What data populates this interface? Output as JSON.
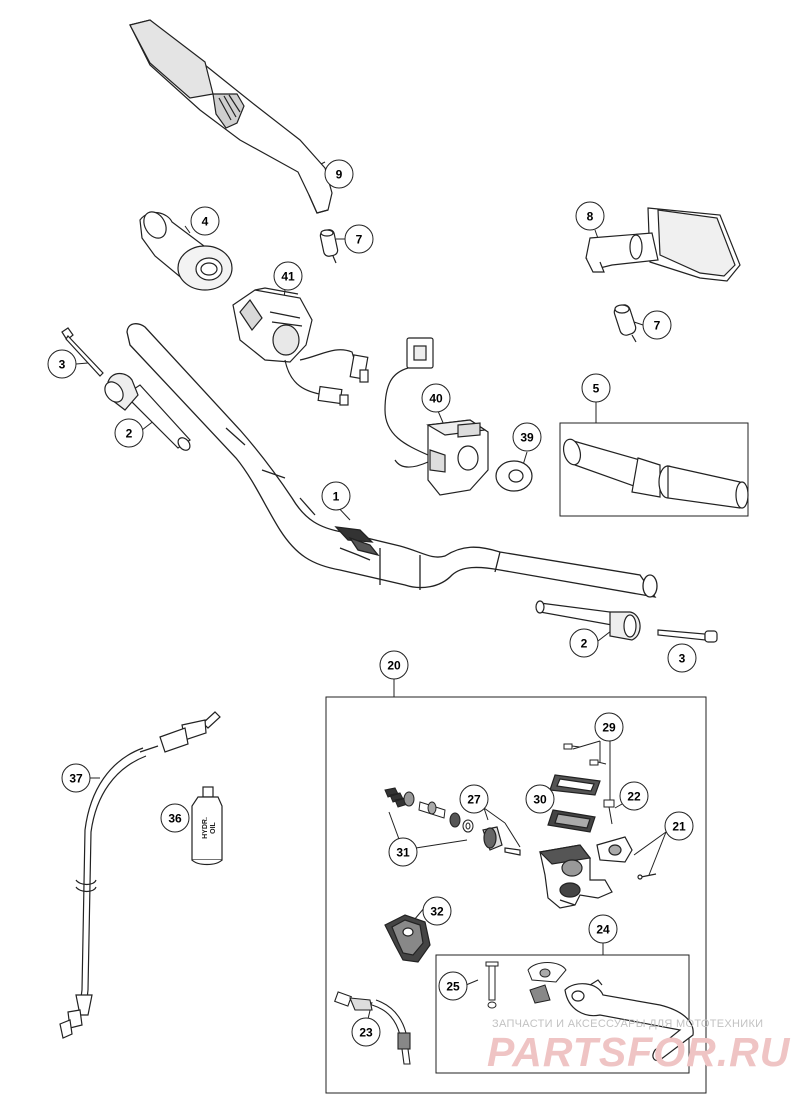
{
  "callouts": [
    {
      "id": "c9",
      "label": "9"
    },
    {
      "id": "c4",
      "label": "4"
    },
    {
      "id": "c7a",
      "label": "7"
    },
    {
      "id": "c8",
      "label": "8"
    },
    {
      "id": "c41",
      "label": "41"
    },
    {
      "id": "c7b",
      "label": "7"
    },
    {
      "id": "c3a",
      "label": "3"
    },
    {
      "id": "c5",
      "label": "5"
    },
    {
      "id": "c40",
      "label": "40"
    },
    {
      "id": "c2a",
      "label": "2"
    },
    {
      "id": "c39",
      "label": "39"
    },
    {
      "id": "c1",
      "label": "1"
    },
    {
      "id": "c2b",
      "label": "2"
    },
    {
      "id": "c3b",
      "label": "3"
    },
    {
      "id": "c20",
      "label": "20"
    },
    {
      "id": "c29",
      "label": "29"
    },
    {
      "id": "c37",
      "label": "37"
    },
    {
      "id": "c27",
      "label": "27"
    },
    {
      "id": "c30",
      "label": "30"
    },
    {
      "id": "c22",
      "label": "22"
    },
    {
      "id": "c36",
      "label": "36"
    },
    {
      "id": "c21",
      "label": "21"
    },
    {
      "id": "c31",
      "label": "31"
    },
    {
      "id": "c32",
      "label": "32"
    },
    {
      "id": "c24",
      "label": "24"
    },
    {
      "id": "c25",
      "label": "25"
    },
    {
      "id": "c23",
      "label": "23"
    }
  ],
  "bottle_label": [
    "HYDR.",
    "OIL"
  ],
  "watermark": {
    "small": "ЗАПЧАСТИ И АКСЕССУАРЫ ДЛЯ МОТОТЕХНИКИ",
    "big": "PARTSFOR.RU"
  }
}
